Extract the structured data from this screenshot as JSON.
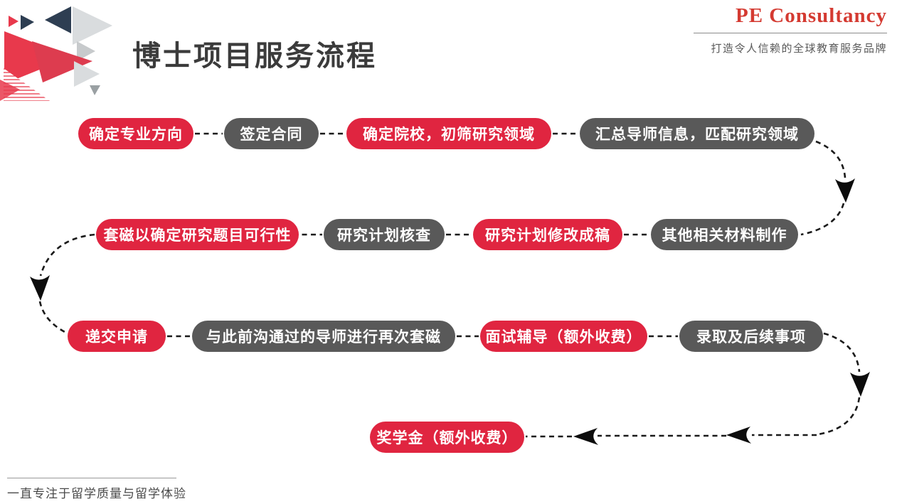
{
  "slide": {
    "title": "博士项目服务流程",
    "brand": {
      "logo": "PE Consultancy",
      "tagline": "打造令人信赖的全球教育服务品牌"
    },
    "footer_slogan": "一直专注于留学质量与留学体验"
  },
  "colors": {
    "node_red": "#e02540",
    "node_gray": "#595959",
    "brand_red": "#d43a31",
    "deco_navy": "#2e3e52",
    "deco_light_gray": "#d9dcde",
    "title_gray": "#3b3b3b",
    "connector_black": "#1a1a1a"
  },
  "flow": {
    "rows": [
      {
        "direction": "left-to-right",
        "nodes": [
          {
            "label": "确定专业方向",
            "color": "red"
          },
          {
            "label": "签定合同",
            "color": "gray"
          },
          {
            "label": "确定院校，初筛研究领域",
            "color": "red"
          },
          {
            "label": "汇总导师信息，匹配研究领域",
            "color": "gray"
          }
        ]
      },
      {
        "direction": "right-to-left",
        "nodes": [
          {
            "label": "套磁以确定研究题目可行性",
            "color": "red"
          },
          {
            "label": "研究计划核查",
            "color": "gray"
          },
          {
            "label": "研究计划修改成稿",
            "color": "red"
          },
          {
            "label": "其他相关材料制作",
            "color": "gray"
          }
        ]
      },
      {
        "direction": "left-to-right",
        "nodes": [
          {
            "label": "递交申请",
            "color": "red"
          },
          {
            "label": "与此前沟通过的导师进行再次套磁",
            "color": "gray"
          },
          {
            "label": "面试辅导（额外收费）",
            "color": "red"
          },
          {
            "label": "录取及后续事项",
            "color": "gray"
          }
        ]
      },
      {
        "direction": "right-to-left",
        "nodes": [
          {
            "label": "奖学金（额外收费）",
            "color": "red"
          }
        ]
      }
    ]
  }
}
